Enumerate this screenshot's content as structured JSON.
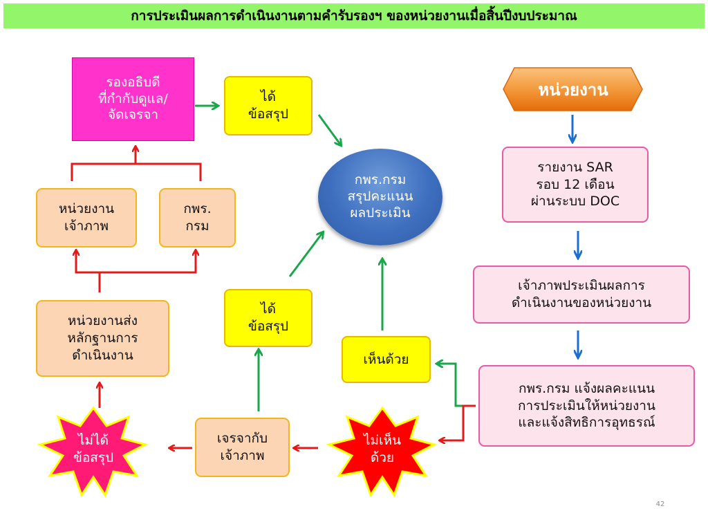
{
  "title": "การประเมินผลการดำเนินงานตามคำรับรองฯ ของหน่วยงานเมื่อสิ้นปีงบประมาณ",
  "nodes": {
    "deputy": "รองอธิบดี\nที่กำกับดูแล/\nจัดเจรจา",
    "conclusion_top": "ได้\nข้อสรุป",
    "host_unit": "หน่วยงาน\nเจ้าภาพ",
    "kpr_dept": "กพร.\nกรม",
    "kpr_center": "กพร.กรม\nสรุปคะแนน\nผลประเมิน",
    "unit_banner": "หน่วยงาน",
    "sar_report": "รายงาน SAR\nรอบ 12 เดือน\nผ่านระบบ DOC",
    "host_evaluates": "เจ้าภาพประเมินผลการ\nดำเนินงานของหน่วยงาน",
    "evidence": "หน่วยงานส่ง\nหลักฐานการ\nดำเนินงาน",
    "conclusion_mid": "ได้\nข้อสรุป",
    "agree": "เห็นด้วย",
    "notify": "กพร.กรม แจ้งผลคะแนน\nการประเมินให้หน่วยงาน\nและแจ้งสิทธิการอุทธรณ์",
    "no_conclusion": "ไม่ได้\nข้อสรุป",
    "negotiate": "เจรจากับ\nเจ้าภาพ",
    "disagree": "ไม่เห็น\nด้วย"
  },
  "page_number": "42",
  "colors": {
    "title_bg": "#92f56a",
    "yellow": "#ffff00",
    "peach": "#fcd5b5",
    "magenta": "#ff33cc",
    "pink_box": "#fde4ec",
    "circle_blue": "#3e6fbf",
    "banner_orange": "#f07c1c",
    "star_red": "#ff0000",
    "star_pink": "#ff1a75",
    "arrow_red": "#e21a1a",
    "arrow_green": "#1aa64b",
    "arrow_blue": "#1b6fd0"
  }
}
